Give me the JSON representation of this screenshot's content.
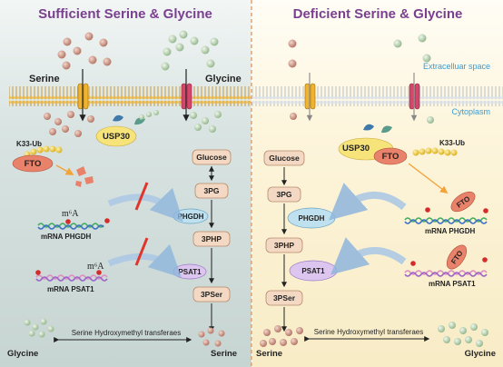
{
  "left_panel": {
    "title": "Sufficient Serine & Glycine",
    "serine_label": "Serine",
    "glycine_label": "Glycine",
    "k33_label": "K33-Ub",
    "fto_label": "FTO",
    "usp30_label": "USP30",
    "m6a_phgdh": "m⁶A",
    "m6a_psat1": "m⁶A",
    "mrna_phgdh": "mRNA PHGDH",
    "mrna_psat1": "mRNA PSAT1",
    "bottom_left": "Glycine",
    "bottom_right": "Serine",
    "transferase": "Serine Hydroxymethyl transferaes",
    "pathway": {
      "glucose": "Glucose",
      "pg": "3PG",
      "php": "3PHP",
      "pser": "3PSer",
      "phgdh": "PHGDH",
      "psat1": "PSAT1"
    }
  },
  "right_panel": {
    "title": "Deficient Serine & Glycine",
    "extracellular": "Extracelluar space",
    "cytoplasm": "Cytoplasm",
    "usp30_label": "USP30",
    "fto_label": "FTO",
    "k33_label": "K33-Ub",
    "mrna_phgdh": "mRNA PHGDH",
    "mrna_psat1": "mRNA PSAT1",
    "fto_small": "FTO",
    "bottom_left": "Serine",
    "bottom_right": "Glycine",
    "transferase": "Serine Hydroxymethyl transferaes",
    "pathway": {
      "glucose": "Glucose",
      "pg": "3PG",
      "php": "3PHP",
      "pser": "3PSer",
      "phgdh": "PHGDH",
      "psat1": "PSAT1"
    }
  },
  "colors": {
    "title": "#7a3f8f",
    "left_bg": "#cfdbd9",
    "right_bg": "#fbf3d5",
    "membrane": "#e8b84a",
    "serine_ball": "#c58a7d",
    "glycine_ball": "#b9d2b2",
    "node_fill": "#f3d9c3",
    "phgdh_fill": "#bfe0ee",
    "psat1_fill": "#dcc6ef",
    "fto_fill": "#e9826a",
    "usp30_fill": "#f6e37a",
    "k33_fill": "#f5d24a",
    "inhibit": "#e0352b"
  }
}
